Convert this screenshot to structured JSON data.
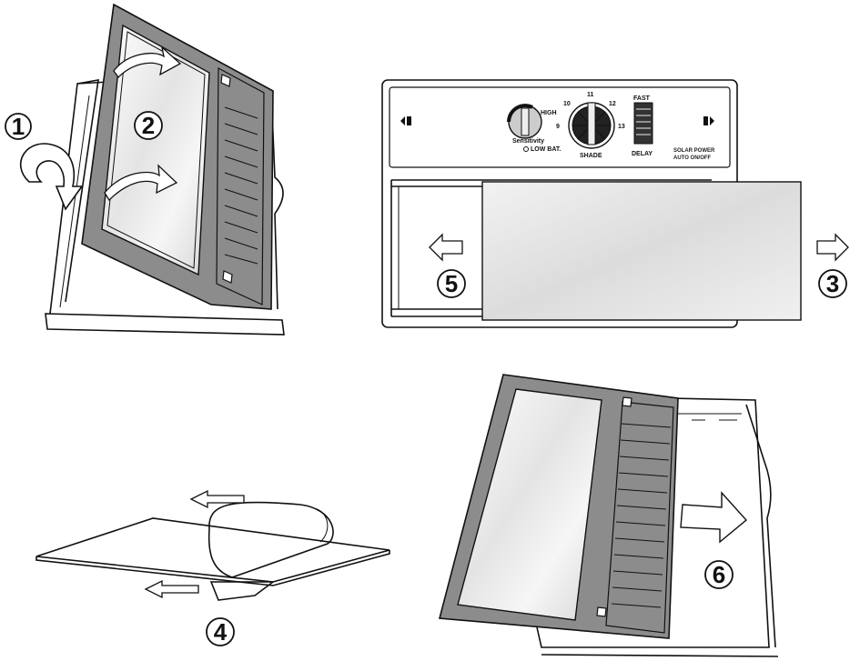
{
  "steps": {
    "s1": "1",
    "s2": "2",
    "s3": "3",
    "s4": "4",
    "s5": "5",
    "s6": "6"
  },
  "panel": {
    "high": "HIGH",
    "sensitivity": "Sensitivity",
    "low_bat": "LOW BAT.",
    "shade": "SHADE",
    "dial_9": "9",
    "dial_10": "10",
    "dial_11": "11",
    "dial_12": "12",
    "dial_13": "13",
    "fast": "FAST",
    "delay": "DELAY",
    "solar_power": "SOLAR POWER",
    "auto_onoff": "AUTO  ON/OFF"
  },
  "colors": {
    "frame": "#8c8c8c",
    "frame_dark": "#6e6e6e",
    "glass": "#e8e8e8",
    "line": "#111111"
  },
  "icons": [
    "rotate-arrow-icon",
    "curved-arrow-icon",
    "outline-arrow-icon",
    "circled-number-icon",
    "lock-tab-icon"
  ]
}
